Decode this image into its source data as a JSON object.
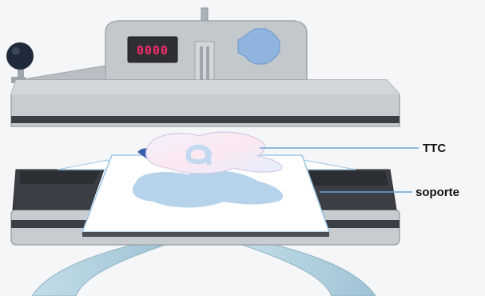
{
  "display": {
    "value": "0000"
  },
  "labels": {
    "ttc": "TTC",
    "soporte": "soporte"
  },
  "colors": {
    "background": "#f5f6f7",
    "machine_body": "#c7ccd0",
    "machine_stroke": "#9ea5ab",
    "dark_band": "#3a3f45",
    "pad_dark": "#3b3f45",
    "paper": "#ffffff",
    "paper_edge": "#9cc6e8",
    "shadow_blue": "#b7d3ec",
    "dial_blue": "#8fb4de",
    "display_bg": "#2d2f33",
    "display_text": "#ff2a6a",
    "callout_line": "#6aa3d6",
    "knob": "#1f2a3a"
  },
  "icons": {
    "dial": "dial-icon",
    "knob": "knob-icon"
  }
}
